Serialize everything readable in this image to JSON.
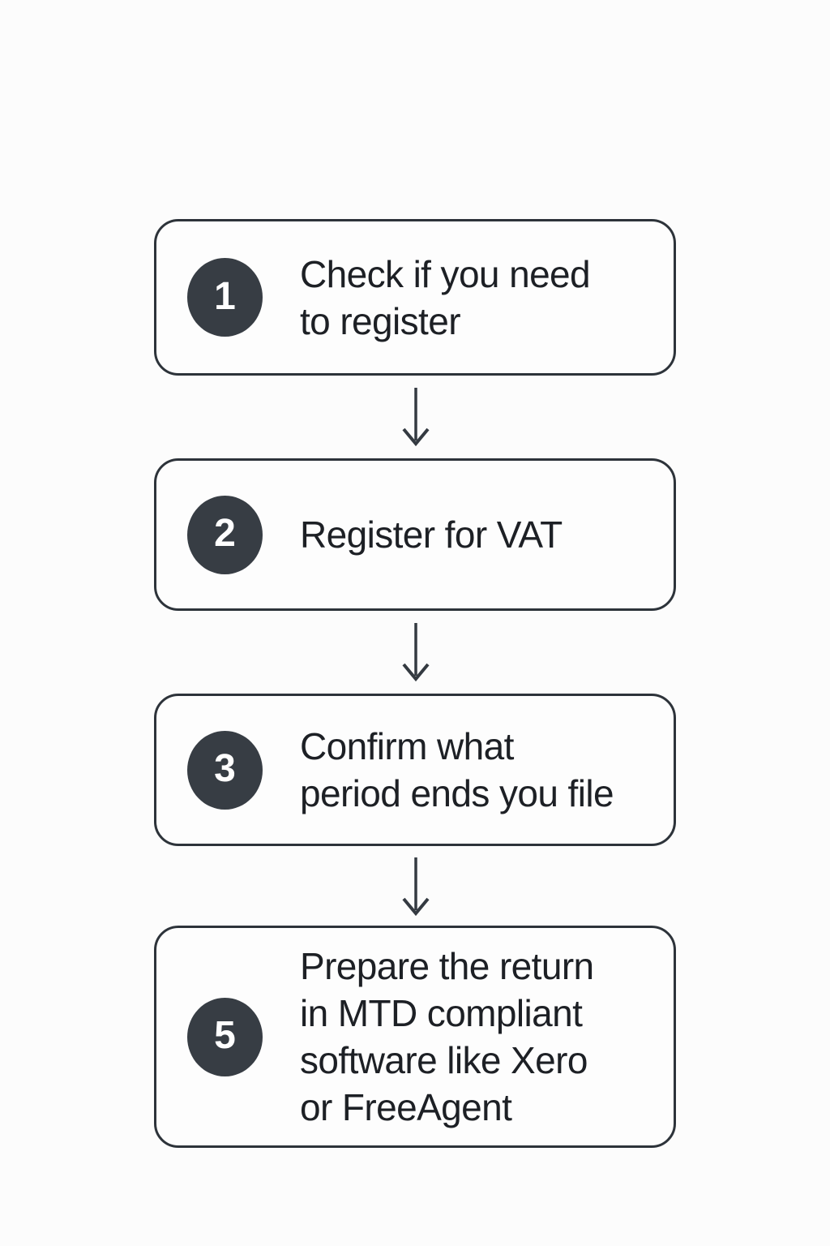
{
  "flow": {
    "title_semantics": "VAT filing steps flowchart",
    "colors": {
      "background": "#fcfcfc",
      "card_border": "#2d333a",
      "badge_fill": "#373d44",
      "badge_text": "#ffffff",
      "label_text": "#1d2025",
      "arrow": "#343a41"
    },
    "steps": [
      {
        "number": "1",
        "label": "Check if you need\nto register"
      },
      {
        "number": "2",
        "label": "Register for VAT"
      },
      {
        "number": "3",
        "label": "Confirm what\nperiod ends you file"
      },
      {
        "number": "5",
        "label": "Prepare the return\nin MTD compliant\nsoftware like Xero\nor FreeAgent"
      }
    ]
  }
}
